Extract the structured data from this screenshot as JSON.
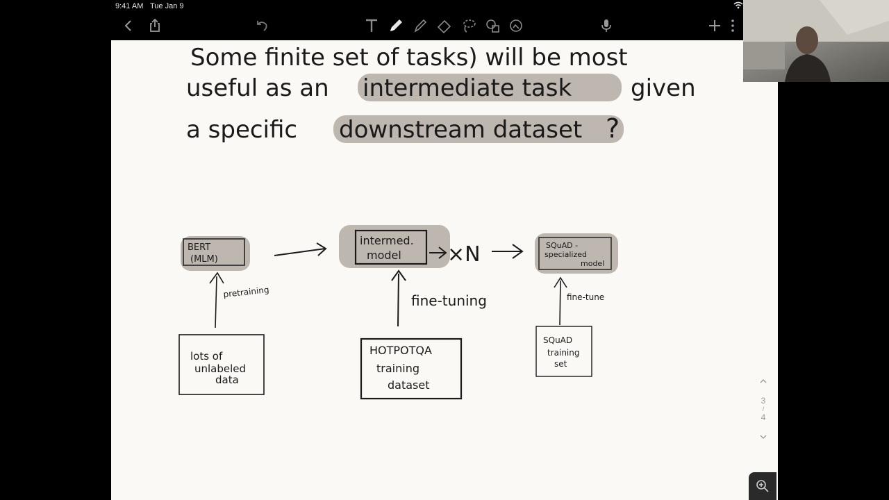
{
  "status_bar": {
    "time": "9:41 AM",
    "date": "Tue Jan 9"
  },
  "toolbar": {
    "icons": [
      "back-icon",
      "share-icon",
      "undo-icon",
      "text-tool-icon",
      "pen-icon",
      "highlighter-icon",
      "eraser-icon",
      "lasso-icon",
      "shapes-icon",
      "image-icon",
      "microphone-icon",
      "add-page-icon",
      "more-icon"
    ]
  },
  "handwriting": {
    "line1": "Some finite set of tasks) will be most",
    "line2_a": "useful as an",
    "line2_highlight": "intermediate task",
    "line2_b": "given",
    "line3_a": "a specific",
    "line3_highlight": "downstream dataset",
    "line3_q": "?"
  },
  "diagram": {
    "box_bert_line1": "BERT",
    "box_bert_line2": "(MLM)",
    "box_intermed_line1": "intermed.",
    "box_intermed_line2": "model",
    "multiplier": "×N",
    "box_squad_line1": "SQuAD -",
    "box_squad_line2": "specialized",
    "box_squad_line3": "model",
    "label_pretraining": "pretraining",
    "label_finetuning": "fine-tuning",
    "label_finetune": "fine-tune",
    "source1_line1": "lots of",
    "source1_line2": "unlabeled",
    "source1_line3": "data",
    "source2_line1": "HOTPOTQA",
    "source2_line2": "training",
    "source2_line3": "dataset",
    "source3_line1": "SQuAD",
    "source3_line2": "training",
    "source3_line3": "set"
  },
  "page_indicator": {
    "current": "3",
    "separator": "/",
    "total": "4"
  },
  "colors": {
    "highlight": "#b3aca2",
    "ink": "#1a1a1a",
    "page": "#fbf9f5",
    "toolbar": "#000000"
  }
}
